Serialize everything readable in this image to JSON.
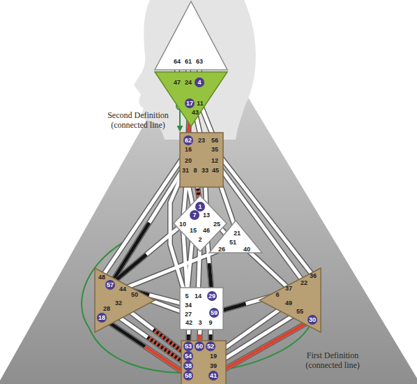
{
  "diagram": {
    "nodes": [
      {
        "text": [
          "64",
          "61",
          "63"
        ]
      },
      {
        "text": [
          "47",
          "24",
          "4",
          "17",
          "11",
          "43"
        ]
      },
      {
        "text": [
          "62",
          "23",
          "56",
          "16",
          "35",
          "20",
          "12",
          "31",
          "8",
          "33",
          "45"
        ]
      },
      {
        "text": [
          "1",
          "7",
          "13",
          "10",
          "25",
          "15",
          "46",
          "2"
        ]
      },
      {
        "text": [
          "21",
          "51",
          "26",
          "40"
        ]
      },
      {
        "text": [
          "48",
          "57",
          "44",
          "50",
          "32",
          "28",
          "18"
        ]
      },
      {
        "text": [
          "5",
          "14",
          "29",
          "34",
          "59",
          "27",
          "42",
          "3",
          "9"
        ]
      },
      {
        "text": [
          "36",
          "22",
          "6",
          "37",
          "49",
          "55",
          "30"
        ]
      },
      {
        "text": [
          "53",
          "60",
          "52",
          "54",
          "19",
          "38",
          "39",
          "58",
          "41"
        ]
      }
    ],
    "edges": [
      {
        "from": 0,
        "to": 1,
        "arrow": "none"
      },
      {
        "from": 0,
        "to": 1,
        "arrow": "none"
      },
      {
        "from": 0,
        "to": 1,
        "arrow": "none"
      },
      {
        "from": 1,
        "to": 2,
        "arrow": "none"
      },
      {
        "from": 1,
        "to": 2,
        "arrow": "none"
      },
      {
        "from": 1,
        "to": 2,
        "arrow": "none"
      },
      {
        "from": 2,
        "to": 5,
        "arrow": "none"
      },
      {
        "from": 2,
        "to": 5,
        "arrow": "none"
      },
      {
        "from": 2,
        "to": 3,
        "arrow": "none"
      },
      {
        "from": 2,
        "to": 6,
        "arrow": "none"
      },
      {
        "from": 2,
        "to": 3,
        "arrow": "none"
      },
      {
        "from": 2,
        "to": 3,
        "arrow": "none"
      },
      {
        "from": 2,
        "to": 3,
        "arrow": "none"
      },
      {
        "from": 2,
        "to": 4,
        "arrow": "none"
      },
      {
        "from": 2,
        "to": 7,
        "arrow": "none"
      },
      {
        "from": 2,
        "to": 7,
        "arrow": "none"
      },
      {
        "from": 3,
        "to": 6,
        "arrow": "none"
      },
      {
        "from": 3,
        "to": 5,
        "arrow": "none"
      },
      {
        "from": 3,
        "to": 4,
        "arrow": "none"
      },
      {
        "from": 3,
        "to": 6,
        "arrow": "none"
      },
      {
        "from": 3,
        "to": 6,
        "arrow": "none"
      },
      {
        "from": 3,
        "to": 6,
        "arrow": "none"
      },
      {
        "from": 4,
        "to": 5,
        "arrow": "none"
      },
      {
        "from": 4,
        "to": 7,
        "arrow": "none"
      },
      {
        "from": 5,
        "to": 6,
        "arrow": "none"
      },
      {
        "from": 5,
        "to": 6,
        "arrow": "none"
      },
      {
        "from": 6,
        "to": 7,
        "arrow": "none"
      },
      {
        "from": 6,
        "to": 8,
        "arrow": "none"
      },
      {
        "from": 6,
        "to": 8,
        "arrow": "none"
      },
      {
        "from": 6,
        "to": 8,
        "arrow": "none"
      },
      {
        "from": 5,
        "to": 8,
        "arrow": "none"
      },
      {
        "from": 5,
        "to": 8,
        "arrow": "none"
      },
      {
        "from": 5,
        "to": 8,
        "arrow": "none"
      },
      {
        "from": 7,
        "to": 8,
        "arrow": "none"
      },
      {
        "from": 7,
        "to": 8,
        "arrow": "none"
      },
      {
        "from": 7,
        "to": 8,
        "arrow": "none"
      }
    ],
    "labels": [
      "Second Definition (connected line)",
      "First Definition (connected line)"
    ]
  }
}
